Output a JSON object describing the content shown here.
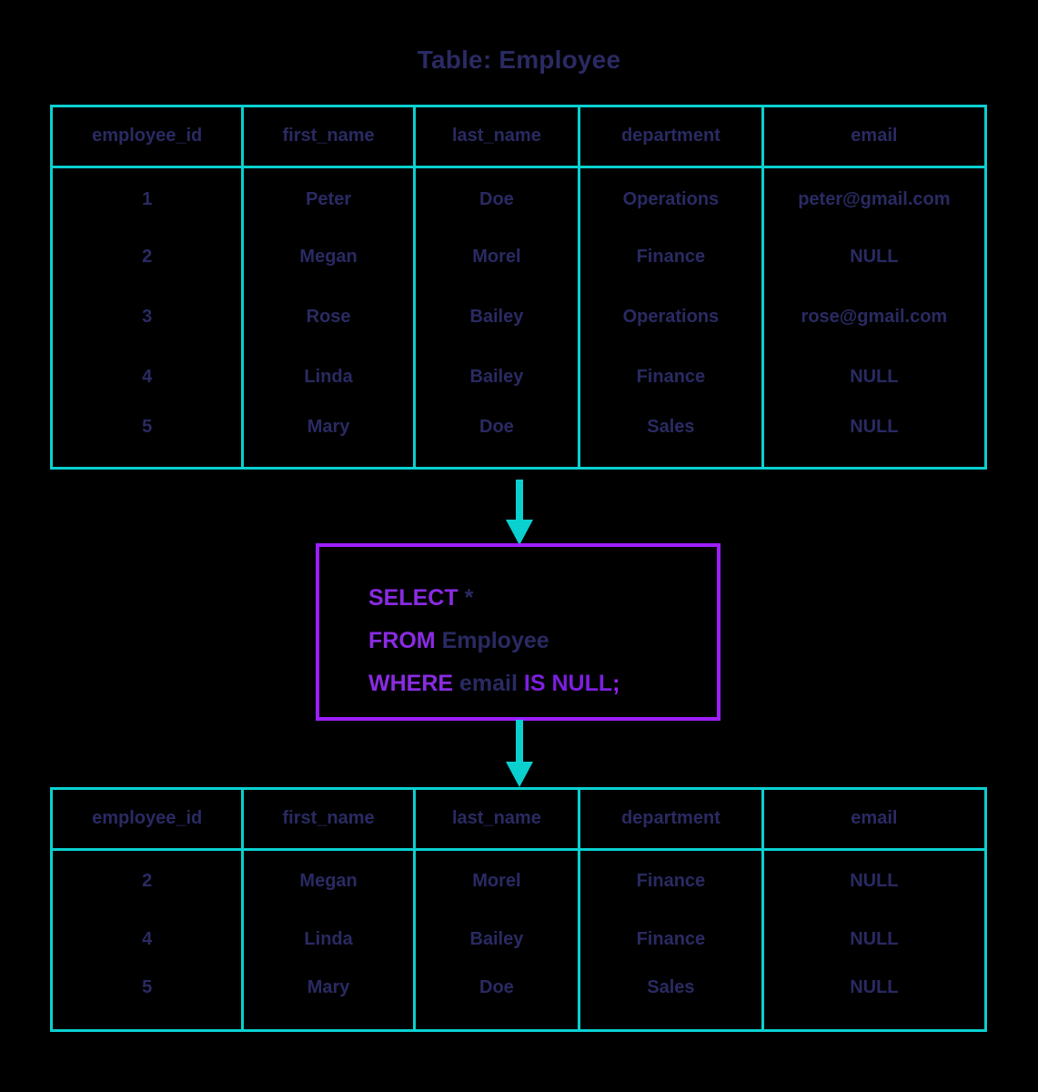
{
  "title": "Table: Employee",
  "colors": {
    "table_border": "#0ad0d0",
    "text": "#2a2a63",
    "query_border": "#9d1fff",
    "keyword": "#8a2be2",
    "background": "#000000"
  },
  "source_table": {
    "name": "Employee",
    "columns": [
      "employee_id",
      "first_name",
      "last_name",
      "department",
      "email"
    ],
    "rows": [
      [
        "1",
        "Peter",
        "Doe",
        "Operations",
        "peter@gmail.com"
      ],
      [
        "2",
        "Megan",
        "Morel",
        "Finance",
        "NULL"
      ],
      [
        "3",
        "Rose",
        "Bailey",
        "Operations",
        "rose@gmail.com"
      ],
      [
        "4",
        "Linda",
        "Bailey",
        "Finance",
        "NULL"
      ],
      [
        "5",
        "Mary",
        "Doe",
        "Sales",
        "NULL"
      ]
    ]
  },
  "query": {
    "full_text": "SELECT * FROM Employee WHERE email IS NULL;",
    "line1_keyword": "SELECT",
    "line1_star": "*",
    "line2_keyword": "FROM",
    "line2_table": "Employee",
    "line3_keyword": "WHERE",
    "line3_column": "email",
    "line3_operator": "IS NULL",
    "line3_terminator": ";"
  },
  "result_table": {
    "columns": [
      "employee_id",
      "first_name",
      "last_name",
      "department",
      "email"
    ],
    "rows": [
      [
        "2",
        "Megan",
        "Morel",
        "Finance",
        "NULL"
      ],
      [
        "4",
        "Linda",
        "Bailey",
        "Finance",
        "NULL"
      ],
      [
        "5",
        "Mary",
        "Doe",
        "Sales",
        "NULL"
      ]
    ]
  },
  "arrows": {
    "top": "arrow-down-icon",
    "bottom": "arrow-down-icon"
  }
}
